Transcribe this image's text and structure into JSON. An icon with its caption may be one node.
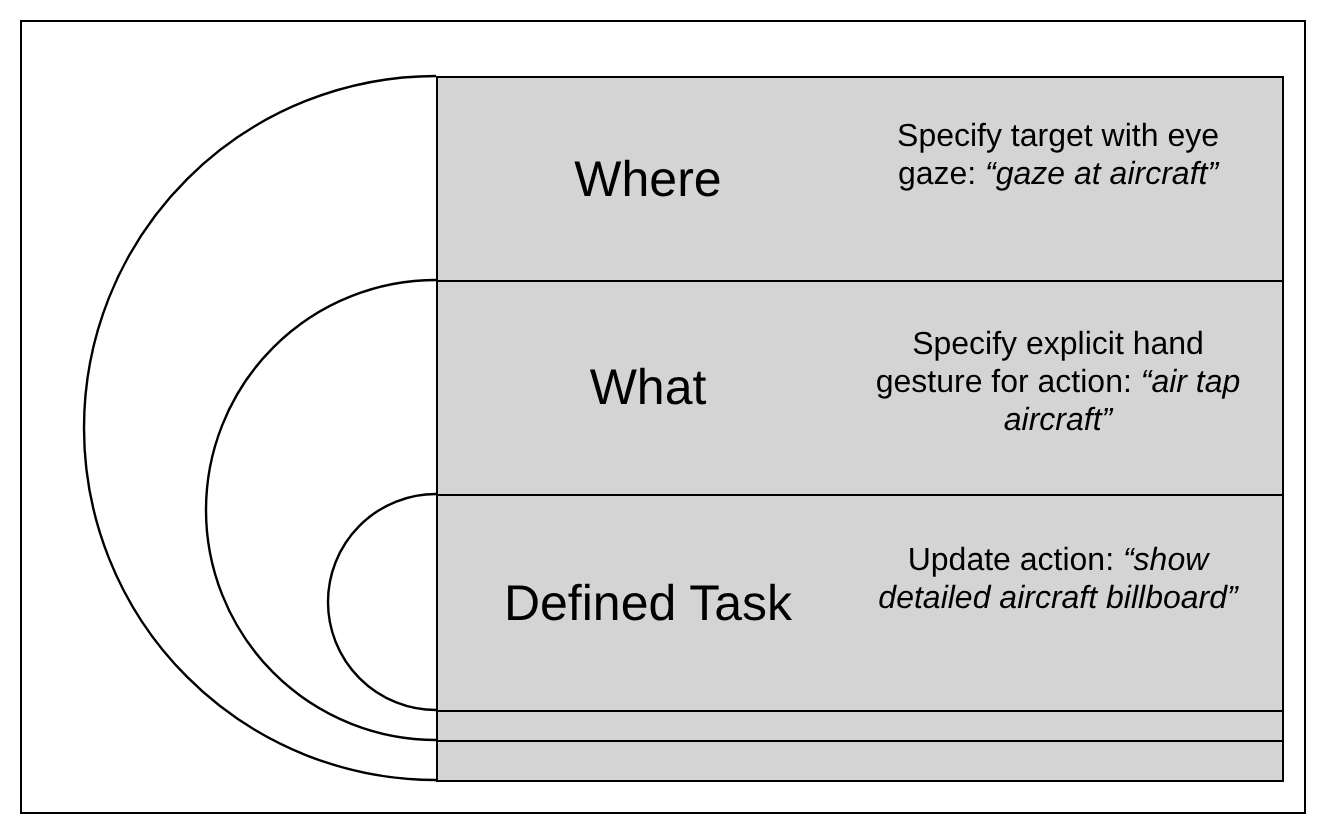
{
  "diagram": {
    "nodes": [
      {
        "text": [
          "Where",
          "Specify target with eye gaze: *“gaze at aircraft”*"
        ]
      },
      {
        "text": [
          "What",
          "Specify explicit hand gesture for action: *“air tap aircraft”*"
        ]
      },
      {
        "text": [
          "Defined Task",
          "Update action: *“show detailed aircraft billboard”*"
        ]
      },
      {
        "text": [],
        "shape": "bar"
      },
      {
        "text": [],
        "shape": "bar"
      }
    ]
  }
}
